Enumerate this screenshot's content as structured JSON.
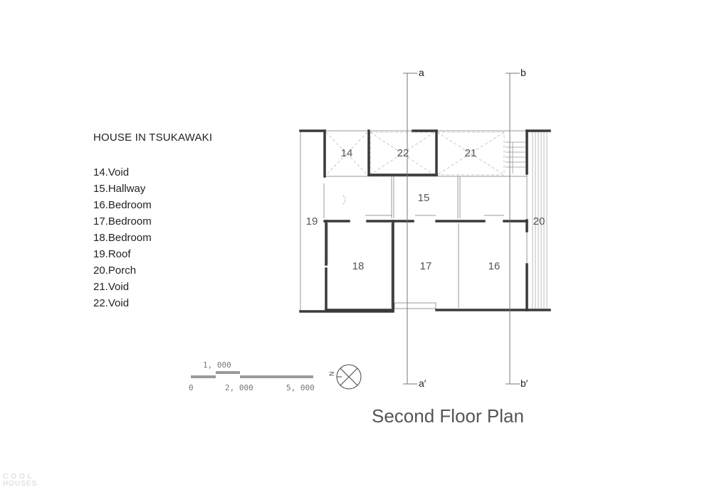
{
  "project_title": "HOUSE IN TSUKAWAKI",
  "legend": [
    "14.Void",
    "15.Hallway",
    "16.Bedroom",
    "17.Bedroom",
    "18.Bedroom",
    "19.Roof",
    "20.Porch",
    "21.Void",
    "22.Void"
  ],
  "rooms": {
    "r14": "14",
    "r15": "15",
    "r16": "16",
    "r17": "17",
    "r18": "18",
    "r19": "19",
    "r20": "20",
    "r21": "21",
    "r22": "22"
  },
  "section_markers": {
    "a_top": "a",
    "a_bottom": "a′",
    "b_top": "b",
    "b_bottom": "b′"
  },
  "scale_bar": {
    "label_top": "1, 000",
    "label_zero": "0",
    "label_mid": "2, 000",
    "label_end": "5, 000"
  },
  "north_mark": "N",
  "plan_title": "Second Floor Plan",
  "brand": {
    "line1": "COOL",
    "line2": "HOUSES"
  }
}
